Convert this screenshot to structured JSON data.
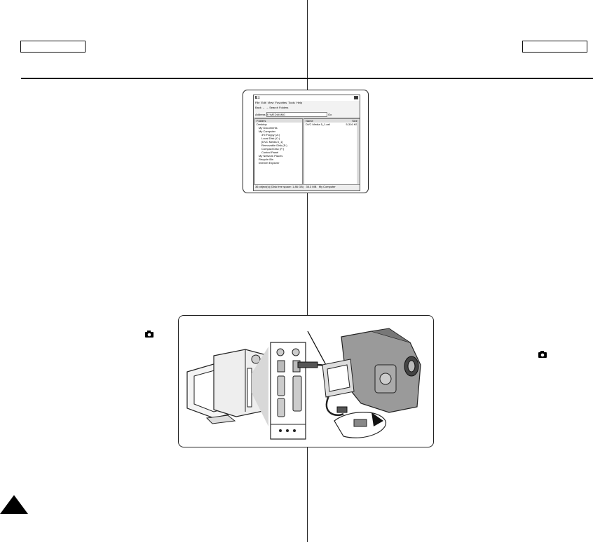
{
  "header": {
    "left_box_label": "",
    "right_box_label": ""
  },
  "explorer": {
    "title": "E:\\",
    "menu": [
      "File",
      "Edit",
      "View",
      "Favorites",
      "Tools",
      "Help"
    ],
    "toolbar": [
      "Back",
      "Search",
      "Folders"
    ],
    "address_label": "Address",
    "address_value": "E:\\MEDIA\\IMG",
    "go_label": "Go",
    "folders_header": "Folders",
    "tree": [
      "Desktop",
      "My Documents",
      "My Computer",
      "3½ Floppy (A:)",
      "Local Disk (C:)",
      "[DVC Media 5_1]",
      "Removable Disk (E:)",
      "Compact Disc (F:)",
      "Control Panel",
      "My Network Places",
      "Recycle Bin",
      "Internet Explorer"
    ],
    "files_header_name": "Name",
    "files_header_size": "Size",
    "file_name": "DVC Media 5_1.asf",
    "file_size": "5,316 KB",
    "status_left": "36 object(s) (Disk free space: 1.86 GB)",
    "status_mid": "35.3 MB",
    "status_right": "My Computer"
  },
  "icons": {
    "camera_icon_left": "camera-icon",
    "camera_icon_right": "camera-icon",
    "page_marker": "triangle-icon"
  }
}
